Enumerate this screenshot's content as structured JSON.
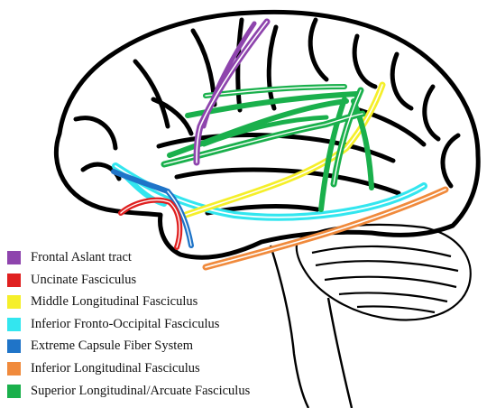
{
  "legend": {
    "items": [
      {
        "label": "Frontal Aslant tract",
        "color": "#8e44ad"
      },
      {
        "label": "Uncinate Fasciculus",
        "color": "#e02020"
      },
      {
        "label": "Middle Longitudinal Fasciculus",
        "color": "#f5ef2a"
      },
      {
        "label": "Inferior Fronto-Occipital Fasciculus",
        "color": "#33e6ef"
      },
      {
        "label": "Extreme Capsule Fiber System",
        "color": "#1f74c8"
      },
      {
        "label": "Inferior Longitudinal Fasciculus",
        "color": "#f08a3c"
      },
      {
        "label": "Superior Longitudinal/Arcuate Fasciculus",
        "color": "#1ab04c"
      }
    ]
  }
}
